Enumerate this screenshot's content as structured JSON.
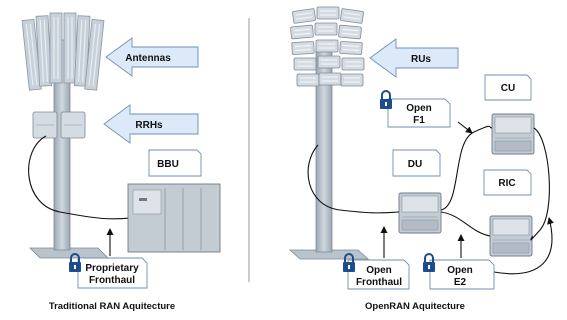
{
  "colors": {
    "arrow_fill": "#dce9f8",
    "arrow_stroke": "#6f8fb3",
    "box_fill": "#ffffff",
    "box_stroke": "#6f8fb3",
    "pole": "#b4bfc9",
    "equipment": "#c3cbd3",
    "lock": "#1d4d8c"
  },
  "icons": {
    "lock": "padlock-icon",
    "antenna": "panel-antenna",
    "radio_unit": "radio-unit-box",
    "server": "server-box"
  },
  "traditional": {
    "arrows": {
      "antennas": "Antennas",
      "rrhs": "RRHs"
    },
    "boxes": {
      "bbu": "BBU",
      "fronthaul_line1": "Proprietary",
      "fronthaul_line2": "Fronthaul"
    },
    "caption": "Traditional RAN Aquitecture"
  },
  "openran": {
    "arrows": {
      "rus": "RUs"
    },
    "boxes": {
      "cu": "CU",
      "f1_line1": "Open",
      "f1_line2": "F1",
      "du": "DU",
      "ric": "RIC",
      "fronthaul_line1": "Open",
      "fronthaul_line2": "Fronthaul",
      "e2_line1": "Open",
      "e2_line2": "E2"
    },
    "caption": "OpenRAN Aquitecture"
  }
}
